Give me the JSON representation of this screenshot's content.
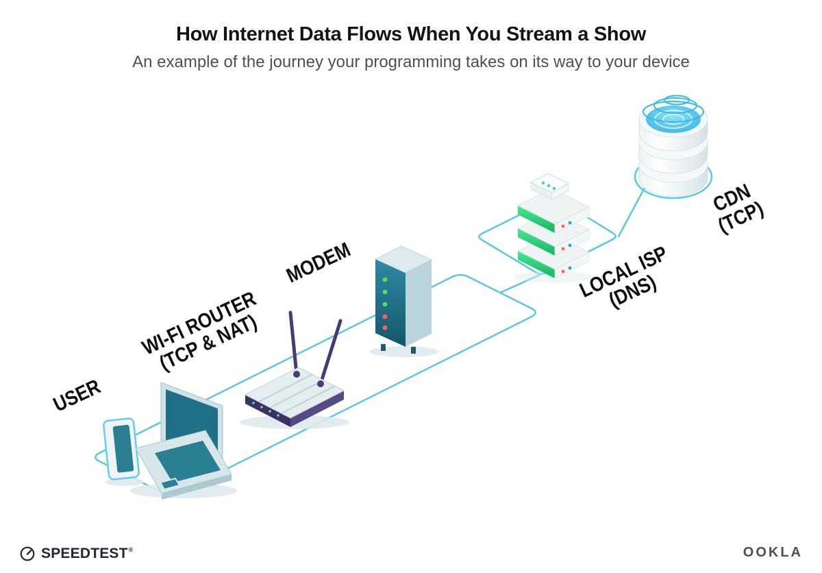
{
  "header": {
    "title": "How Internet Data Flows When You Stream a Show",
    "subtitle": "An example of the journey your programming takes on its way to your device"
  },
  "diagram": {
    "path_color": "#56c8ea",
    "accent_green": "#2fd374",
    "accent_teal": "#2b7f93",
    "nodes": [
      {
        "id": "user",
        "line1": "USER"
      },
      {
        "id": "wifi-router",
        "line1": "WI-FI ROUTER",
        "line2": "(TCP & NAT)"
      },
      {
        "id": "modem",
        "line1": "MODEM"
      },
      {
        "id": "local-isp",
        "line1": "LOCAL ISP",
        "line2": "(DNS)"
      },
      {
        "id": "cdn",
        "line1": "CDN",
        "line2": "(TCP)"
      }
    ]
  },
  "footer": {
    "speedtest_label": "SPEEDTEST",
    "speedtest_trademark": "®",
    "ookla_label": "OOKLA"
  }
}
